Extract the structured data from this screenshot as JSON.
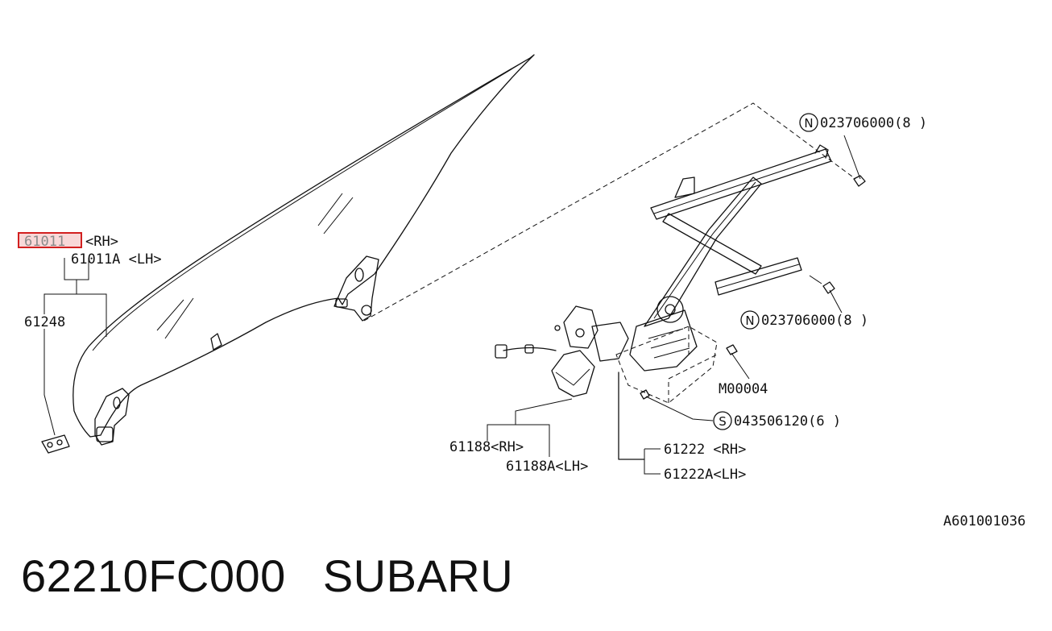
{
  "diagram": {
    "code": "A601001036",
    "labels": {
      "glass_rh": "61011",
      "glass_rh_suffix": "<RH>",
      "glass_lh": "61011A <LH>",
      "clip": "61248",
      "nut_prefix_top": "N",
      "nut_top": "023706000(8 )",
      "nut_prefix_mid": "N",
      "nut_mid": "023706000(8 )",
      "bolt": "M00004",
      "screw_prefix": "S",
      "screw": "043506120(6 )",
      "motor_rh": "61188<RH>",
      "motor_lh": "61188A<LH>",
      "regulator_rh": "61222 <RH>",
      "regulator_lh": "61222A<LH>"
    },
    "highlighted_part": "61011"
  },
  "footer": {
    "part_number": "62210FC000",
    "brand": "SUBARU"
  }
}
